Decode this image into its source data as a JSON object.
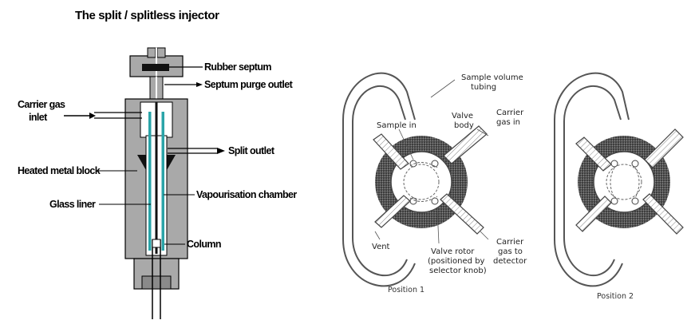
{
  "title": "The split / splitless injector",
  "injector": {
    "labels": {
      "rubber_septum": "Rubber septum",
      "septum_purge_outlet": "Septum purge outlet",
      "carrier_gas_inlet_1": "Carrier gas",
      "carrier_gas_inlet_2": "inlet",
      "split_outlet": "Split outlet",
      "heated_metal_block": "Heated metal block",
      "glass_liner": "Glass liner",
      "vapourisation_chamber": "Vapourisation chamber",
      "column": "Column"
    },
    "colors": {
      "block": "#a9a9a9",
      "liner": "#2aa4a8",
      "cone": "#111111"
    }
  },
  "valve": {
    "labels": {
      "sample_volume_1": "Sample volume",
      "sample_volume_2": "tubing",
      "sample_in": "Sample in",
      "valve_body_1": "Valve",
      "valve_body_2": "body",
      "carrier_in_1": "Carrier",
      "carrier_in_2": "gas in",
      "vent": "Vent",
      "valve_rotor_1": "Valve rotor",
      "valve_rotor_2": "(positioned by",
      "valve_rotor_3": "selector knob)",
      "carrier_to_1": "Carrier",
      "carrier_to_2": "gas to",
      "carrier_to_3": "detector",
      "position_1": "Position 1",
      "position_2": "Position 2"
    }
  }
}
